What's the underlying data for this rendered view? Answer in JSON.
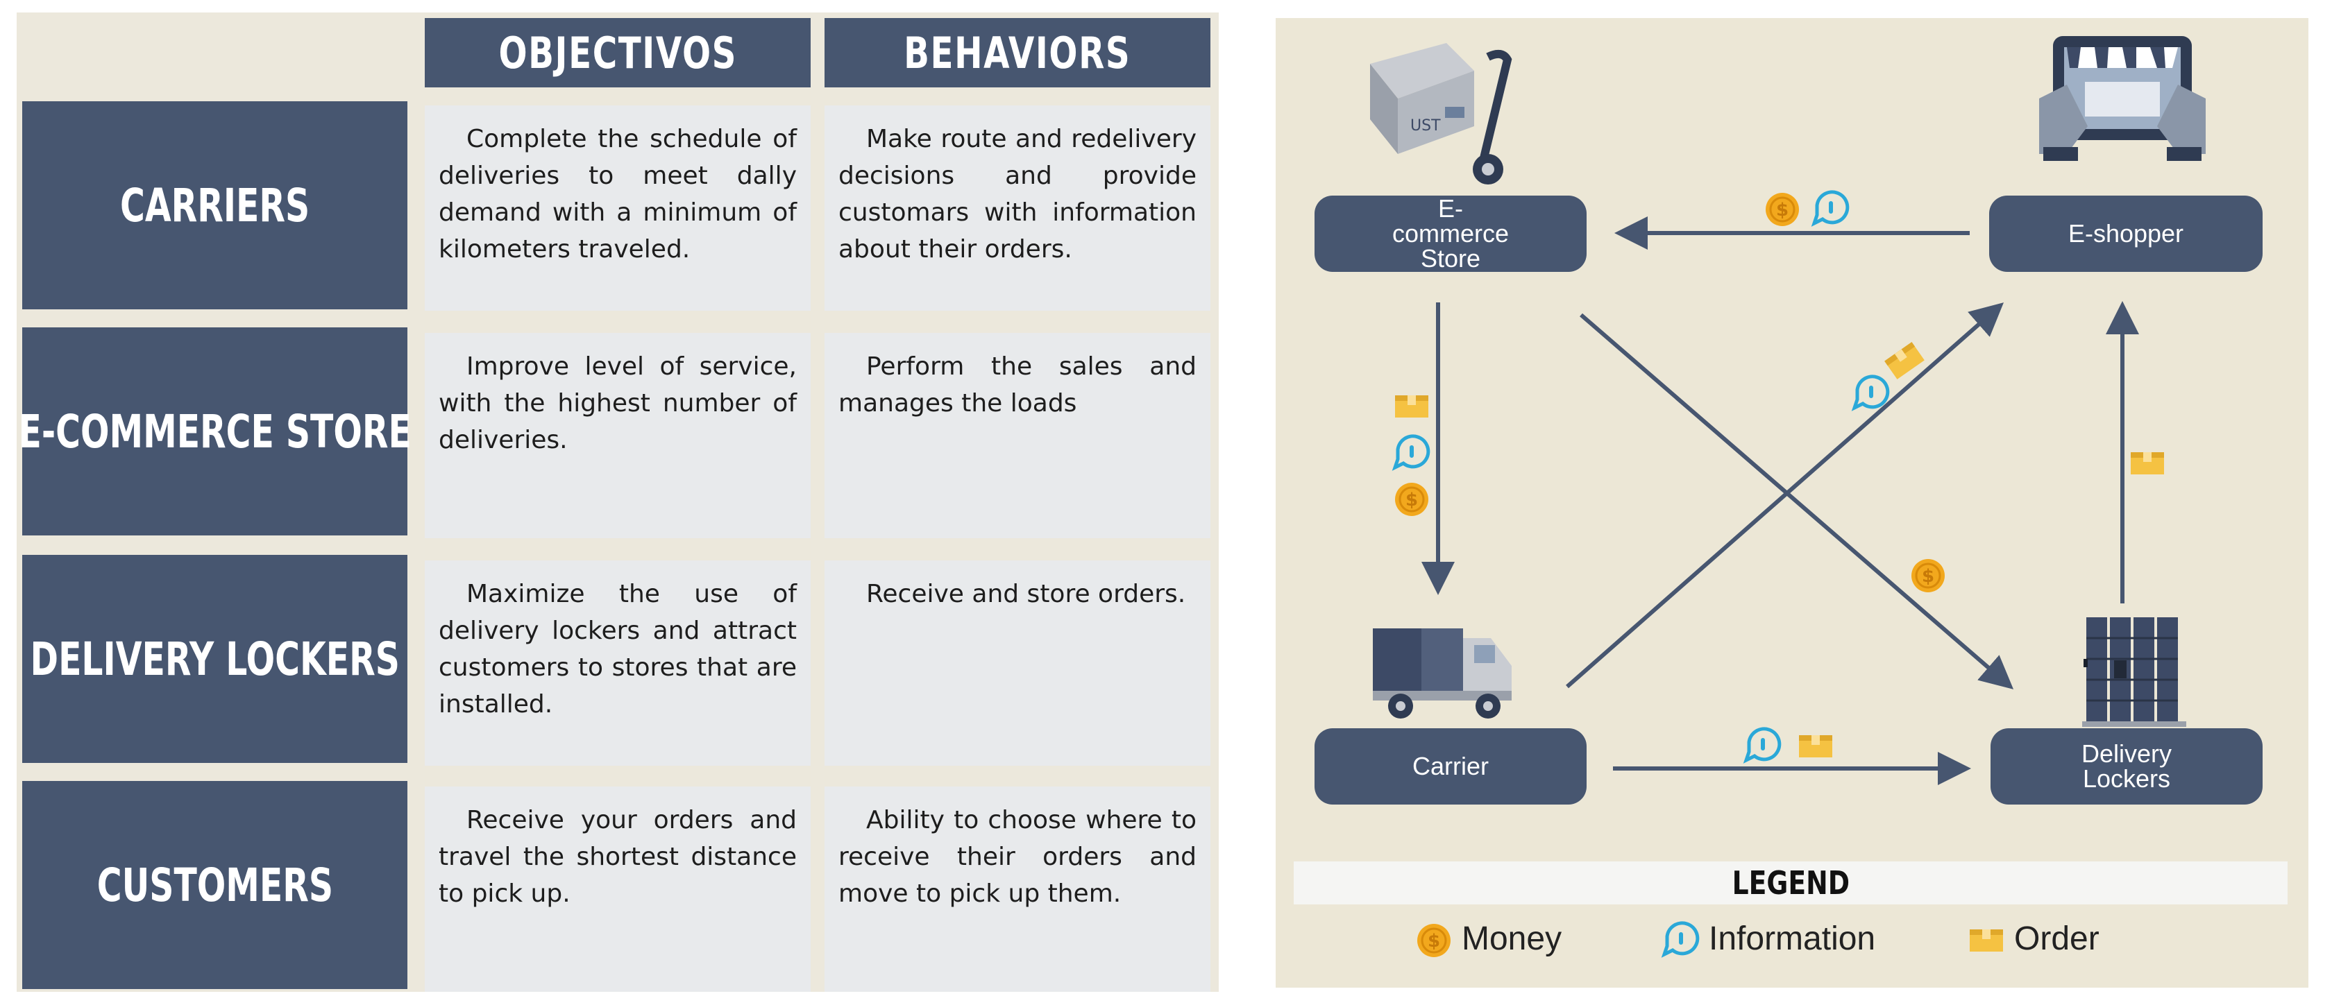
{
  "table": {
    "columns": [
      "OBJECTIVOS",
      "BEHAVIORS"
    ],
    "rows": [
      {
        "actor": "CARRIERS",
        "objective": "Complete the schedule of deliveries to meet dally demand with a minimum of kilometers traveled.",
        "behavior": "Make route and redelivery decisions and provide customars with information about their orders."
      },
      {
        "actor": "E-COMMERCE STORE",
        "objective": "Improve level of service, with the highest number of deliveries.",
        "behavior": "Perform the sales and manages the loads"
      },
      {
        "actor": "DELIVERY LOCKERS",
        "objective": "Maximize the use of delivery lockers and attract customers to stores that are installed.",
        "behavior": "Receive and store orders."
      },
      {
        "actor": "CUSTOMERS",
        "objective": "Receive your orders and travel the shortest distance to pick up.",
        "behavior": "Ability to choose where to receive their orders and move to pick up them."
      }
    ]
  },
  "diagram": {
    "nodes": {
      "ecommerce_store": "E-commerce Store",
      "eshopper": "E-shopper",
      "carrier": "Carrier",
      "delivery_lockers": "Delivery Lockers"
    },
    "legend": {
      "title": "LEGEND",
      "money": "Money",
      "information": "Information",
      "order": "Order"
    },
    "flows": [
      {
        "from": "E-shopper",
        "to": "E-commerce Store",
        "carries": [
          "money",
          "information"
        ]
      },
      {
        "from": "E-commerce Store",
        "to": "Carrier",
        "carries": [
          "order",
          "information",
          "money"
        ]
      },
      {
        "from": "E-commerce Store",
        "to": "Delivery Lockers",
        "carries": [
          "money"
        ]
      },
      {
        "from": "Carrier",
        "to": "E-shopper",
        "carries": [
          "information",
          "order"
        ]
      },
      {
        "from": "Carrier",
        "to": "Delivery Lockers",
        "carries": [
          "information",
          "order"
        ]
      },
      {
        "from": "Delivery Lockers",
        "to": "E-shopper",
        "carries": [
          "order"
        ]
      }
    ],
    "colors": {
      "node": "#475670",
      "arrow": "#475670",
      "money": "#f2a81d",
      "information": "#2aa8d8",
      "order": "#f5c242",
      "background": "#ece7d6"
    }
  }
}
